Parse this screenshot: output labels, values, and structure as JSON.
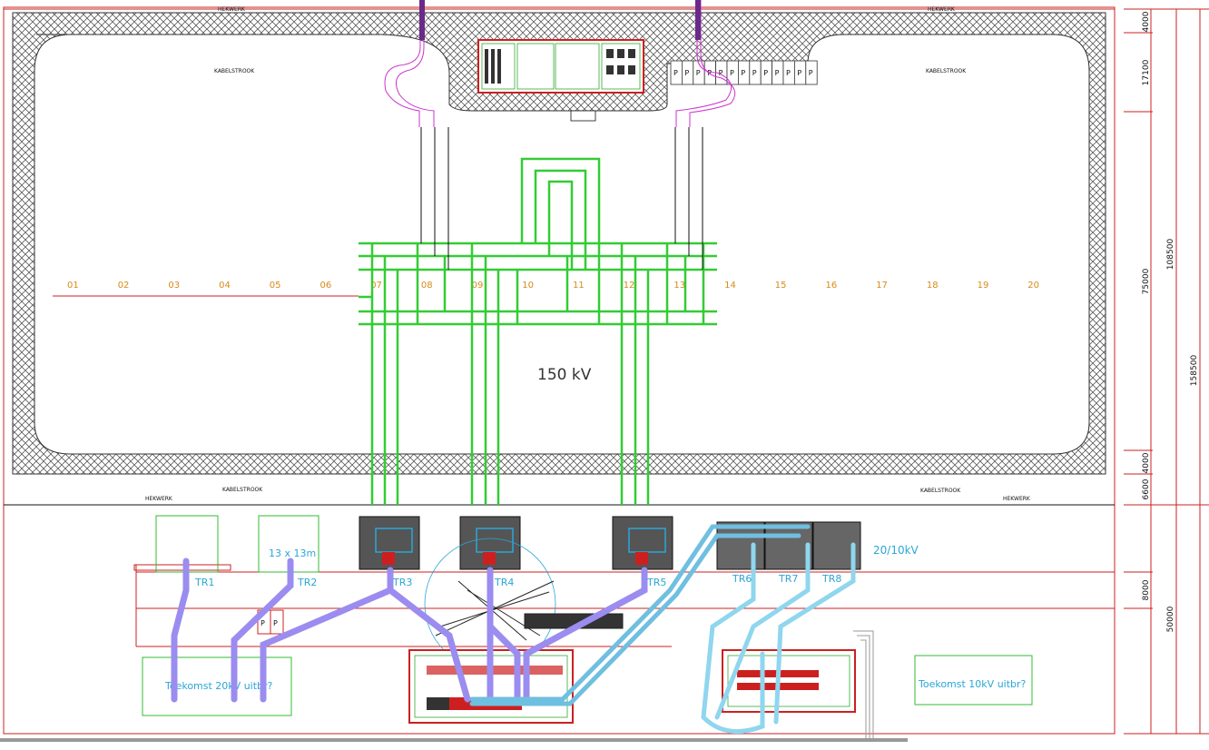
{
  "labels": {
    "fence": "HEKWERK",
    "cable_strip": "KABELSTROOK",
    "voltage": "150 kV",
    "mv_voltage": "20/10kV",
    "future_20": "Toekomst 20kV uitbr?",
    "future_10": "Toekomst 10kV uitbr?",
    "tr_size": "13 x 13m",
    "parking": "P"
  },
  "bays": [
    "01",
    "02",
    "03",
    "04",
    "05",
    "06",
    "07",
    "08",
    "09",
    "10",
    "11",
    "12",
    "13",
    "14",
    "15",
    "16",
    "17",
    "18",
    "19",
    "20"
  ],
  "transformers": [
    "TR1",
    "TR2",
    "TR3",
    "TR4",
    "TR5",
    "TR6",
    "TR7",
    "TR8"
  ],
  "dimensions": [
    "4000",
    "17100",
    "75000",
    "108500",
    "158500",
    "4000",
    "6600",
    "8000",
    "50000"
  ],
  "colors": {
    "frame": "#cc2020",
    "bus": "#33cc33",
    "cable_purple": "#9b8cf0",
    "cable_blue": "#7ccbe8",
    "hatch": "#444444",
    "bay_text": "#d98a1a",
    "tr_text": "#2aa7d6"
  }
}
